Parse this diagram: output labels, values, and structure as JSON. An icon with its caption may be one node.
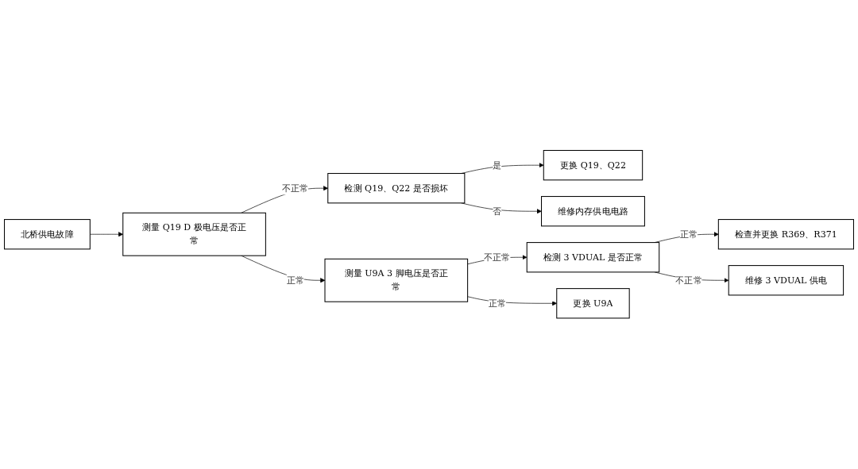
{
  "diagram": {
    "nodes": [
      {
        "text": [
          "北桥供电故障"
        ]
      },
      {
        "text": [
          "测量 Q19 D 极电压是否正常"
        ]
      },
      {
        "text": [
          "检测 Q19、Q22 是否损坏"
        ]
      },
      {
        "text": [
          "更换 Q19、Q22"
        ]
      },
      {
        "text": [
          "维修内存供电电路"
        ]
      },
      {
        "text": [
          "测量 U9A 3 脚电压是否正常"
        ]
      },
      {
        "text": [
          "检测 3 VDUAL 是否正常"
        ]
      },
      {
        "text": [
          "检查并更换 R369、R371"
        ]
      },
      {
        "text": [
          "维修 3 VDUAL 供电"
        ]
      },
      {
        "text": [
          "更换 U9A"
        ]
      }
    ],
    "edges": [
      {
        "from": 0,
        "to": 1,
        "arrow": "to"
      },
      {
        "from": 1,
        "to": 2,
        "arrow": "to",
        "label": "不正常"
      },
      {
        "from": 2,
        "to": 3,
        "arrow": "to",
        "label": "是"
      },
      {
        "from": 2,
        "to": 4,
        "arrow": "to",
        "label": "否"
      },
      {
        "from": 1,
        "to": 5,
        "arrow": "to",
        "label": "正常"
      },
      {
        "from": 5,
        "to": 6,
        "arrow": "to",
        "label": "不正常"
      },
      {
        "from": 6,
        "to": 7,
        "arrow": "to",
        "label": "正常"
      },
      {
        "from": 6,
        "to": 8,
        "arrow": "to",
        "label": "不正常"
      },
      {
        "from": 5,
        "to": 9,
        "arrow": "to",
        "label": "正常"
      }
    ]
  }
}
